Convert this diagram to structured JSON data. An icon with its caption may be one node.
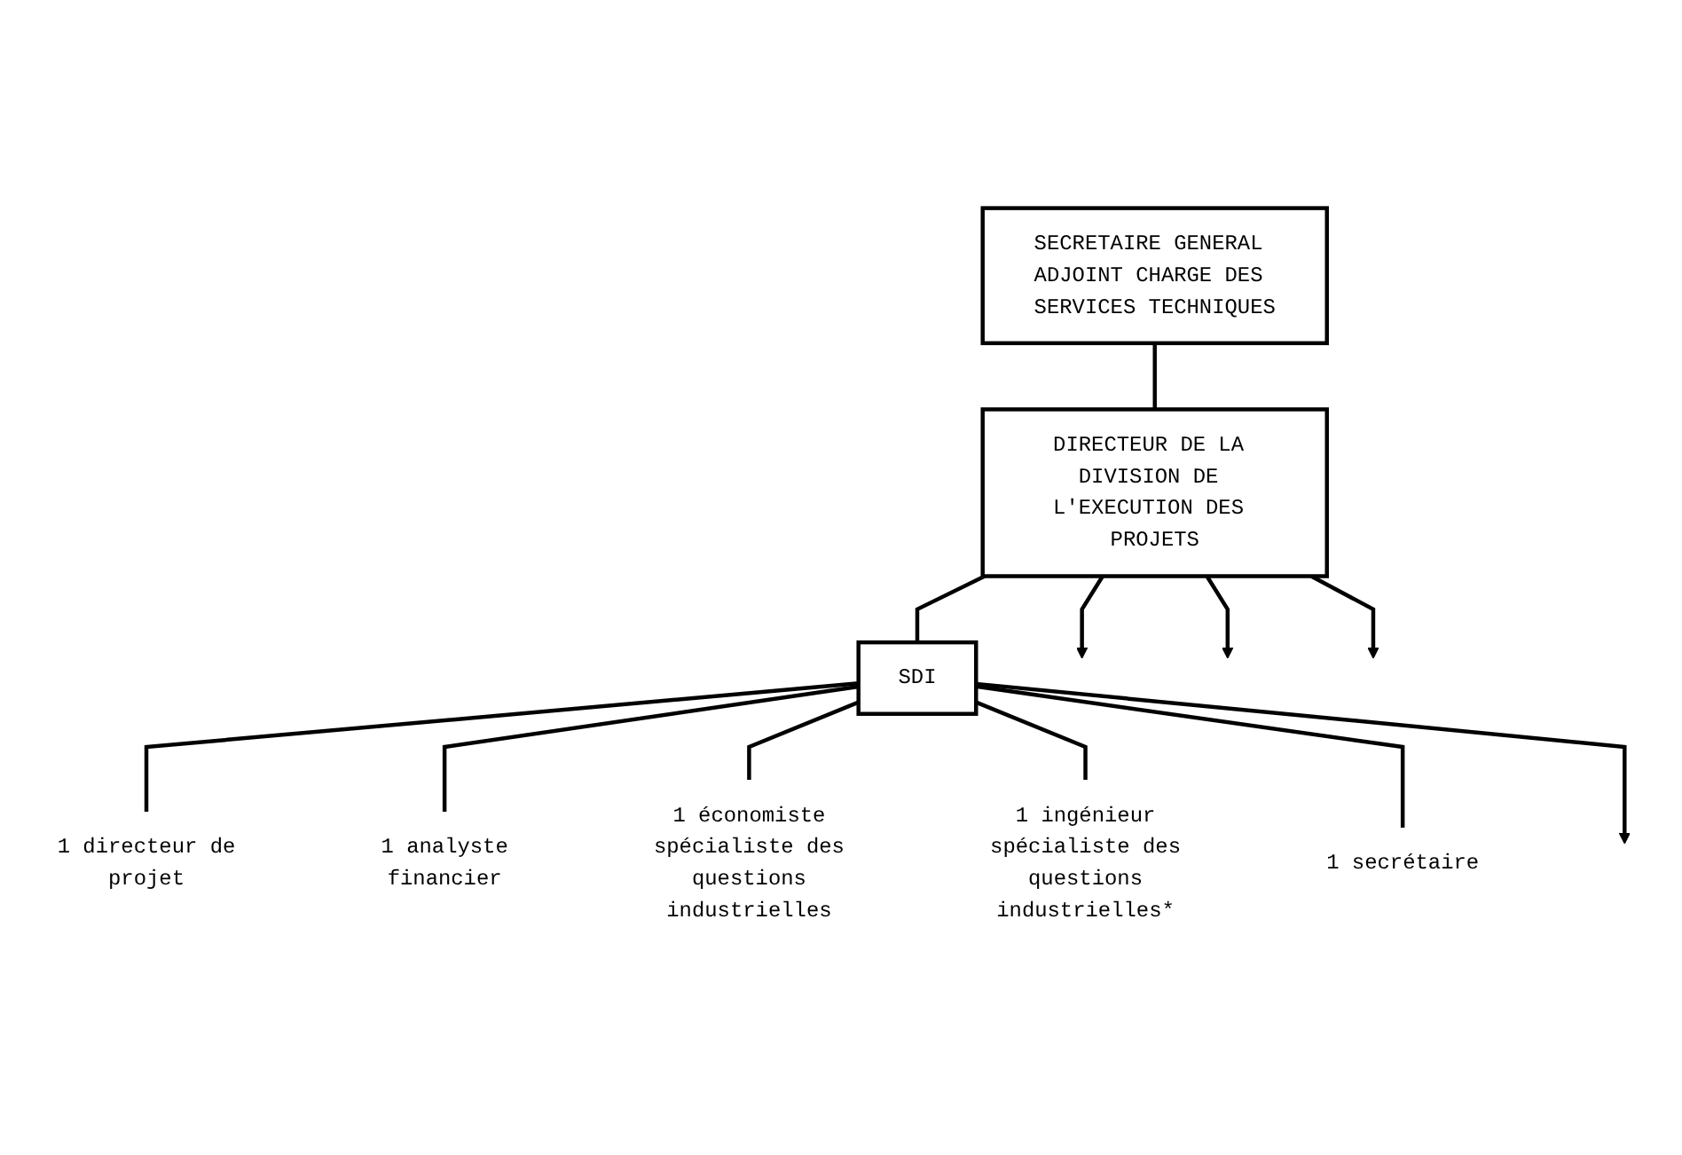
{
  "diagram": {
    "nodes": [
      {
        "text": [
          "SECRETAIRE GENERAL ADJOINT CHARGE DES SERVICES TECHNIQUES"
        ]
      },
      {
        "text": [
          "DIRECTEUR DE LA DIVISION DE L'EXECUTION DES PROJETS"
        ]
      },
      {
        "text": [
          "SDI"
        ]
      },
      {
        "text": [
          "1 directeur de projet"
        ]
      },
      {
        "text": [
          "1 analyste financier"
        ]
      },
      {
        "text": [
          "1 économiste spécialiste des questions industrielles"
        ]
      },
      {
        "text": [
          "1 ingénieur spécialiste des questions industrielles*"
        ]
      },
      {
        "text": [
          "1 secrétaire"
        ]
      }
    ],
    "edges": [
      {
        "from": 0,
        "to": 1,
        "arrow": "none"
      },
      {
        "from": 1,
        "to": null,
        "arrow": "to"
      },
      {
        "from": 1,
        "to": null,
        "arrow": "to"
      },
      {
        "from": 1,
        "to": 2,
        "arrow": "none"
      },
      {
        "from": 1,
        "to": null,
        "arrow": "to"
      },
      {
        "from": 2,
        "to": 3,
        "arrow": "none"
      },
      {
        "from": 2,
        "to": 4,
        "arrow": "none"
      },
      {
        "from": 2,
        "to": 5,
        "arrow": "none"
      },
      {
        "from": 2,
        "to": 6,
        "arrow": "none"
      },
      {
        "from": 2,
        "to": 7,
        "arrow": "none"
      },
      {
        "from": 2,
        "to": null,
        "arrow": "to"
      }
    ]
  }
}
